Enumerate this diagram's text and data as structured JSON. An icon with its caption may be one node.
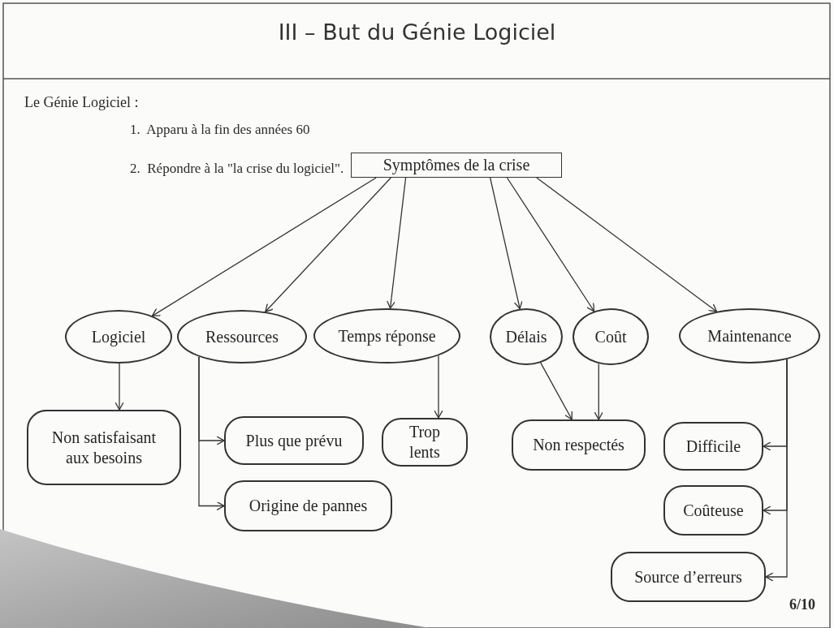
{
  "diagram": {
    "title": "III – But du Génie Logiciel",
    "nodes": [
      {
        "text": [
          "Symptômes de la crise"
        ]
      },
      {
        "text": [
          "Logiciel"
        ]
      },
      {
        "text": [
          "Ressources"
        ]
      },
      {
        "text": [
          "Temps réponse"
        ]
      },
      {
        "text": [
          "Délais"
        ]
      },
      {
        "text": [
          "Coût"
        ]
      },
      {
        "text": [
          "Maintenance"
        ]
      },
      {
        "text": [
          "Non satisfaisant aux besoins"
        ]
      },
      {
        "text": [
          "Plus que prévu"
        ]
      },
      {
        "text": [
          "Origine de pannes"
        ]
      },
      {
        "text": [
          "Trop lents"
        ]
      },
      {
        "text": [
          "Non respectés"
        ]
      },
      {
        "text": [
          "Difficile"
        ]
      },
      {
        "text": [
          "Coûteuse"
        ]
      },
      {
        "text": [
          "Source d’erreurs"
        ]
      }
    ],
    "edges": [
      {
        "from": 0,
        "to": 1,
        "arrow": "to"
      },
      {
        "from": 0,
        "to": 2,
        "arrow": "to"
      },
      {
        "from": 0,
        "to": 3,
        "arrow": "to"
      },
      {
        "from": 0,
        "to": 4,
        "arrow": "to"
      },
      {
        "from": 0,
        "to": 5,
        "arrow": "to"
      },
      {
        "from": 0,
        "to": 6,
        "arrow": "to"
      },
      {
        "from": 1,
        "to": 7,
        "arrow": "to"
      },
      {
        "from": 2,
        "to": 8,
        "arrow": "to"
      },
      {
        "from": 2,
        "to": 9,
        "arrow": "to"
      },
      {
        "from": 3,
        "to": 10,
        "arrow": "to"
      },
      {
        "from": 4,
        "to": 11,
        "arrow": "to"
      },
      {
        "from": 5,
        "to": 11,
        "arrow": "to"
      },
      {
        "from": 6,
        "to": 12,
        "arrow": "to"
      },
      {
        "from": 6,
        "to": 13,
        "arrow": "to"
      },
      {
        "from": 6,
        "to": 14,
        "arrow": "to"
      }
    ],
    "labels": [
      "Le Génie Logiciel :",
      "1.  Apparu à la fin des années 60",
      "2.  Répondre à la \"la crise du logiciel\".",
      "6/10"
    ]
  }
}
